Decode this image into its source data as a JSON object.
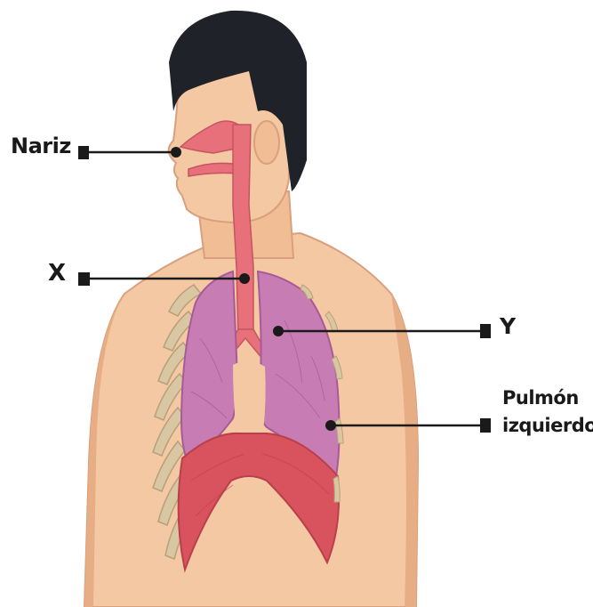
{
  "labels": {
    "nariz": "Nariz",
    "x": "X",
    "y": "Y",
    "pulmon_line1": "Pulmón",
    "pulmon_line2": "izquierdo"
  },
  "colors": {
    "skin": "#f4c8a3",
    "skin_shadow": "#e7ad84",
    "hair": "#1f2229",
    "airway": "#e7707a",
    "lung": "#c77db3",
    "lung_dark": "#a85a98",
    "diaphragm": "#d9535e",
    "rib": "#d9c7a3",
    "leader": "#1a1a1a"
  }
}
